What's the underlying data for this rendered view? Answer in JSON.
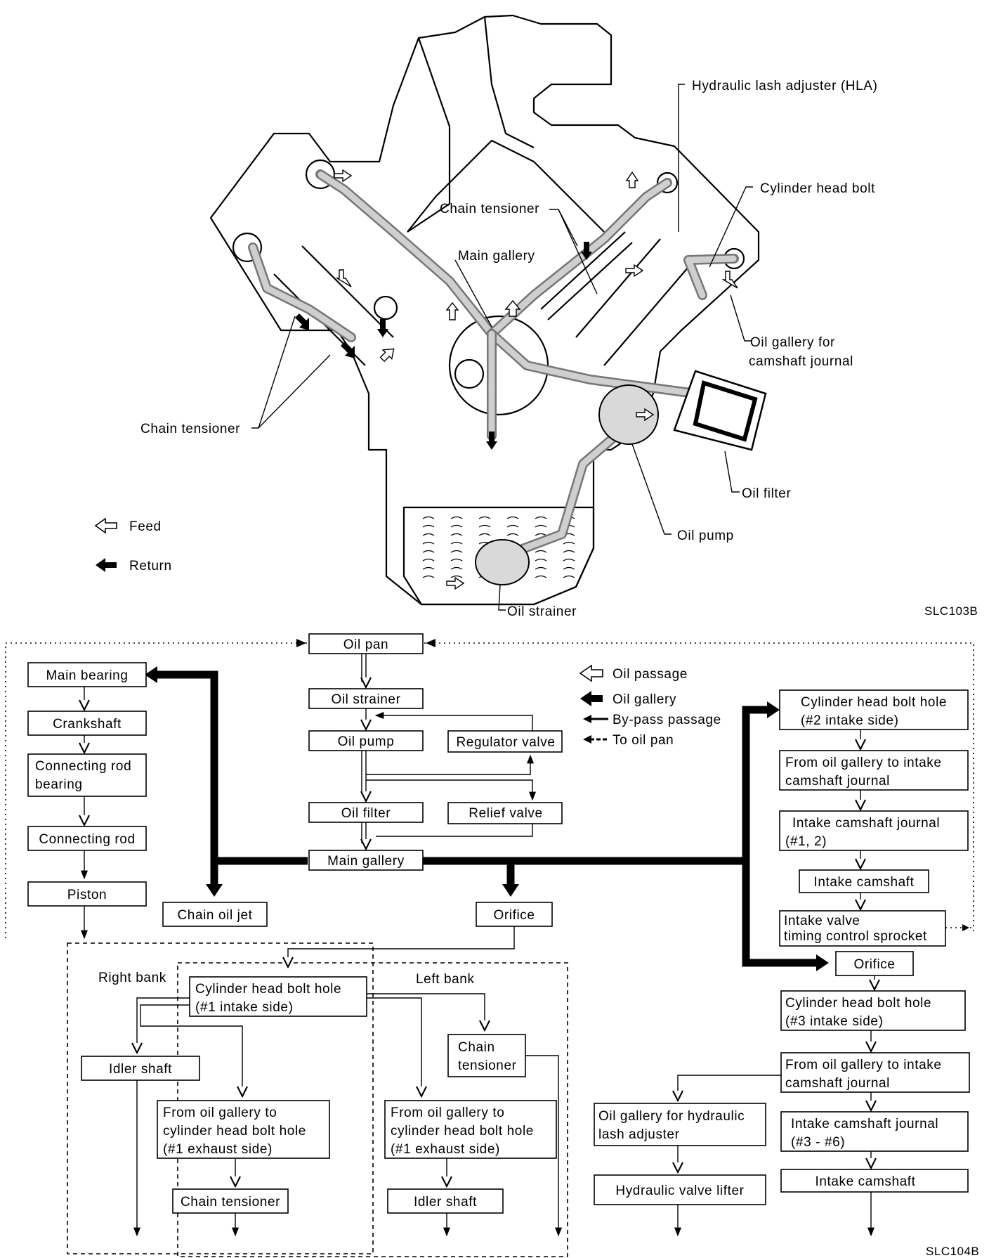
{
  "engine_labels": {
    "hla": "Hydraulic lash adjuster (HLA)",
    "cylinder_head_bolt": "Cylinder head bolt",
    "chain_tensioner_top": "Chain tensioner",
    "main_gallery": "Main gallery",
    "oil_gallery_camshaft_1": "Oil gallery for",
    "oil_gallery_camshaft_2": "camshaft journal",
    "chain_tensioner_left": "Chain tensioner",
    "oil_filter": "Oil filter",
    "oil_pump": "Oil pump",
    "oil_strainer": "Oil strainer",
    "legend_feed": "Feed",
    "legend_return": "Return",
    "code": "SLC103B"
  },
  "flow_legend": {
    "oil_passage": "Oil passage",
    "oil_gallery": "Oil gallery",
    "bypass": "By-pass passage",
    "to_oil_pan": "To oil pan"
  },
  "boxes": {
    "oil_pan": "Oil pan",
    "oil_strainer": "Oil strainer",
    "oil_pump": "Oil pump",
    "regulator_valve": "Regulator valve",
    "relief_valve": "Relief valve",
    "oil_filter": "Oil filter",
    "main_gallery": "Main gallery",
    "main_bearing": "Main bearing",
    "crankshaft": "Crankshaft",
    "conrod_bearing_1": "Connecting rod",
    "conrod_bearing_2": "bearing",
    "connecting_rod": "Connecting rod",
    "piston": "Piston",
    "chain_oil_jet": "Chain oil jet",
    "orifice_center": "Orifice",
    "chb2_1": "Cylinder head bolt hole",
    "chb2_2": "(#2 intake side)",
    "fog_intake_1": "From oil gallery to intake",
    "fog_intake_2": "camshaft journal",
    "icj12_1": "Intake camshaft journal",
    "icj12_2": "(#1, 2)",
    "intake_camshaft_1": "Intake camshaft",
    "ivtc_1": "Intake valve",
    "ivtc_2": "timing control sprocket",
    "orifice_right": "Orifice",
    "chb3_1": "Cylinder head bolt hole",
    "chb3_2": "(#3 intake side)",
    "fog_intake_b1": "From oil gallery to intake",
    "fog_intake_b2": "camshaft journal",
    "icj36_1": "Intake camshaft journal",
    "icj36_2": "(#3 - #6)",
    "intake_camshaft_2": "Intake camshaft",
    "ogh_1": "Oil gallery for hydraulic",
    "ogh_2": "lash adjuster",
    "hvl": "Hydraulic valve lifter",
    "right_bank": "Right bank",
    "left_bank": "Left bank",
    "chb1_1": "Cylinder head bolt hole",
    "chb1_2": "(#1 intake side)",
    "idler_shaft_r": "Idler shaft",
    "fog_chb_r1": "From oil gallery to",
    "fog_chb_r2": "cylinder head bolt hole",
    "fog_chb_r3": "(#1 exhaust side)",
    "chain_tensioner_r": "Chain tensioner",
    "chain_tensioner_l1": "Chain",
    "chain_tensioner_l2": "tensioner",
    "fog_chb_l1": "From oil gallery to",
    "fog_chb_l2": "cylinder head bolt hole",
    "fog_chb_l3": "(#1 exhaust side)",
    "idler_shaft_l": "Idler shaft",
    "code": "SLC104B"
  }
}
